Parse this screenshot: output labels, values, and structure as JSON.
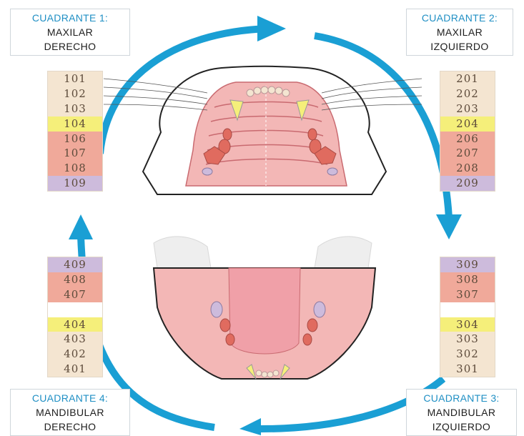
{
  "colors": {
    "arrow": "#1a9fd4",
    "incisor": "#f4e5d1",
    "canine": "#f5ef7a",
    "premolar": "#f0a99a",
    "molar": "#cdbbdc",
    "gum": "#eaa0a5",
    "tongue": "#f0b0b5"
  },
  "quadrants": [
    {
      "title": "CUADRANTE 1:",
      "line1": "MAXILAR",
      "line2": "DERECHO"
    },
    {
      "title": "CUADRANTE 2:",
      "line1": "MAXILAR",
      "line2": "IZQUIERDO"
    },
    {
      "title": "CUADRANTE 3:",
      "line1": "MANDIBULAR",
      "line2": "IZQUIERDO"
    },
    {
      "title": "CUADRANTE 4:",
      "line1": "MANDIBULAR",
      "line2": "DERECHO"
    }
  ],
  "teeth": {
    "q1": [
      "101",
      "102",
      "103",
      "104",
      "106",
      "107",
      "108",
      "109"
    ],
    "q2": [
      "201",
      "202",
      "203",
      "204",
      "206",
      "207",
      "208",
      "209"
    ],
    "q3": [
      "309",
      "308",
      "307",
      "",
      "304",
      "303",
      "302",
      "301"
    ],
    "q4": [
      "409",
      "408",
      "407",
      "",
      "404",
      "403",
      "402",
      "401"
    ]
  }
}
